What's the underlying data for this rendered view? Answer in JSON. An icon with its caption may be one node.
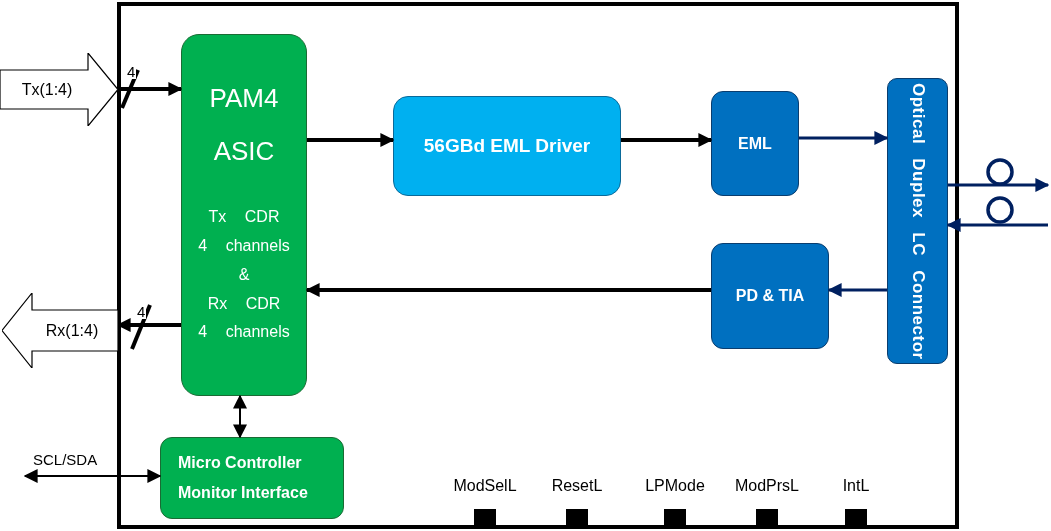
{
  "diagram": {
    "nodes": [
      {
        "text": [],
        "shape": "box"
      },
      {
        "text": [
          "Tx(1:4)"
        ]
      },
      {
        "text": [
          "Rx(1:4)"
        ]
      },
      {
        "text": [
          "PAM4",
          "ASIC",
          "Tx CDR 4 channels",
          "&",
          "Rx CDR 4 channels"
        ],
        "in": 0
      },
      {
        "text": [
          "56GBd EML Driver"
        ],
        "in": 0
      },
      {
        "text": [
          "EML"
        ],
        "in": 0
      },
      {
        "text": [
          "Optical Duplex LC Connector"
        ],
        "in": 0
      },
      {
        "text": [
          "PD & TIA"
        ],
        "in": 0
      },
      {
        "text": [
          "Micro Controller Monitor Interface"
        ],
        "in": 0
      },
      {
        "text": [
          "ModSelL"
        ],
        "in": 0
      },
      {
        "text": [
          "ResetL"
        ],
        "in": 0
      },
      {
        "text": [
          "LPMode"
        ],
        "in": 0
      },
      {
        "text": [
          "ModPrsL"
        ],
        "in": 0
      },
      {
        "text": [
          "IntL"
        ],
        "in": 0
      }
    ],
    "edges": [
      {
        "from": 1,
        "to": 3,
        "arrow": "to",
        "label": "4"
      },
      {
        "from": 3,
        "to": 2,
        "arrow": "to",
        "label": "4"
      },
      {
        "from": 3,
        "to": 4,
        "arrow": "to"
      },
      {
        "from": 4,
        "to": 5,
        "arrow": "to"
      },
      {
        "from": 5,
        "to": 6,
        "arrow": "to",
        "color": "#002060"
      },
      {
        "from": 6,
        "to": 7,
        "arrow": "to",
        "color": "#002060"
      },
      {
        "from": 7,
        "to": 3,
        "arrow": "to"
      },
      {
        "from": 3,
        "to": 8,
        "arrow": "both"
      },
      {
        "from": null,
        "to": 8,
        "arrow": "both",
        "label": "SCL/SDA"
      },
      {
        "from": 6,
        "to": null,
        "arrow": "to",
        "color": "#002060"
      },
      {
        "from": null,
        "to": 6,
        "arrow": "to",
        "color": "#002060"
      }
    ]
  }
}
